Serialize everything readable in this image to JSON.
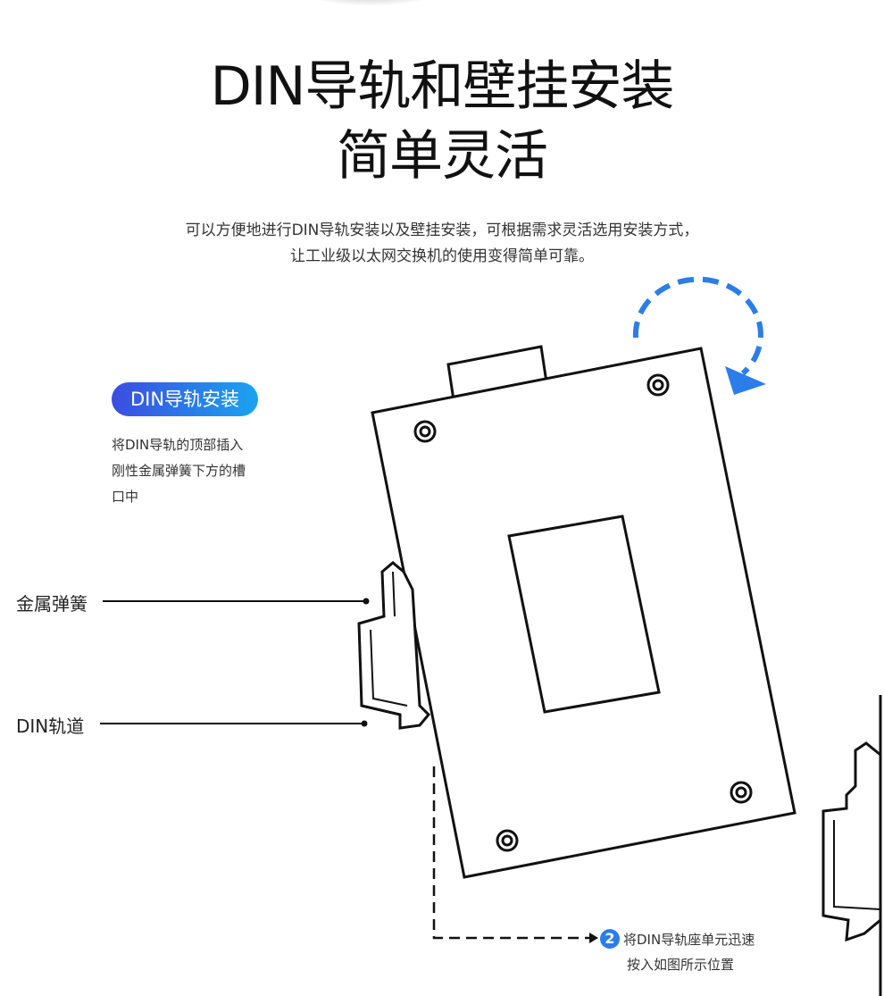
{
  "title_line1": "DIN导轨和壁挂安装",
  "title_line2": "简单灵活",
  "description_line1": "可以方便地进行DIN导轨安装以及壁挂安装，可根据需求灵活选用安装方式，",
  "description_line2": "让工业级以太网交换机的使用变得简单可靠。",
  "section_badge": "DIN导轨安装",
  "section_note": [
    "将DIN导轨的顶部插入",
    "刚性金属弹簧下方的槽",
    "口中"
  ],
  "callouts": {
    "spring": "金属弹簧",
    "rail": "DIN轨道"
  },
  "step": {
    "number": "2",
    "line1": "将DIN导轨座单元迅速",
    "line2": "按入如图所示位置"
  },
  "colors": {
    "accent": "#2b7de9",
    "badge_start": "#3b4de0",
    "badge_end": "#1aa4f0"
  }
}
